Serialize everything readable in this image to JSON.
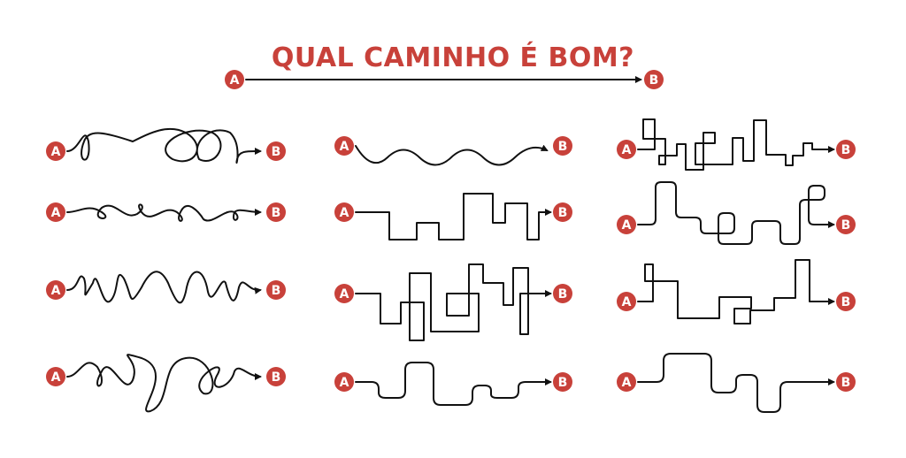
{
  "title": "QUAL CAMINHO É BOM?",
  "start_label": "A",
  "end_label": "B",
  "accent_color": "#c8413a"
}
